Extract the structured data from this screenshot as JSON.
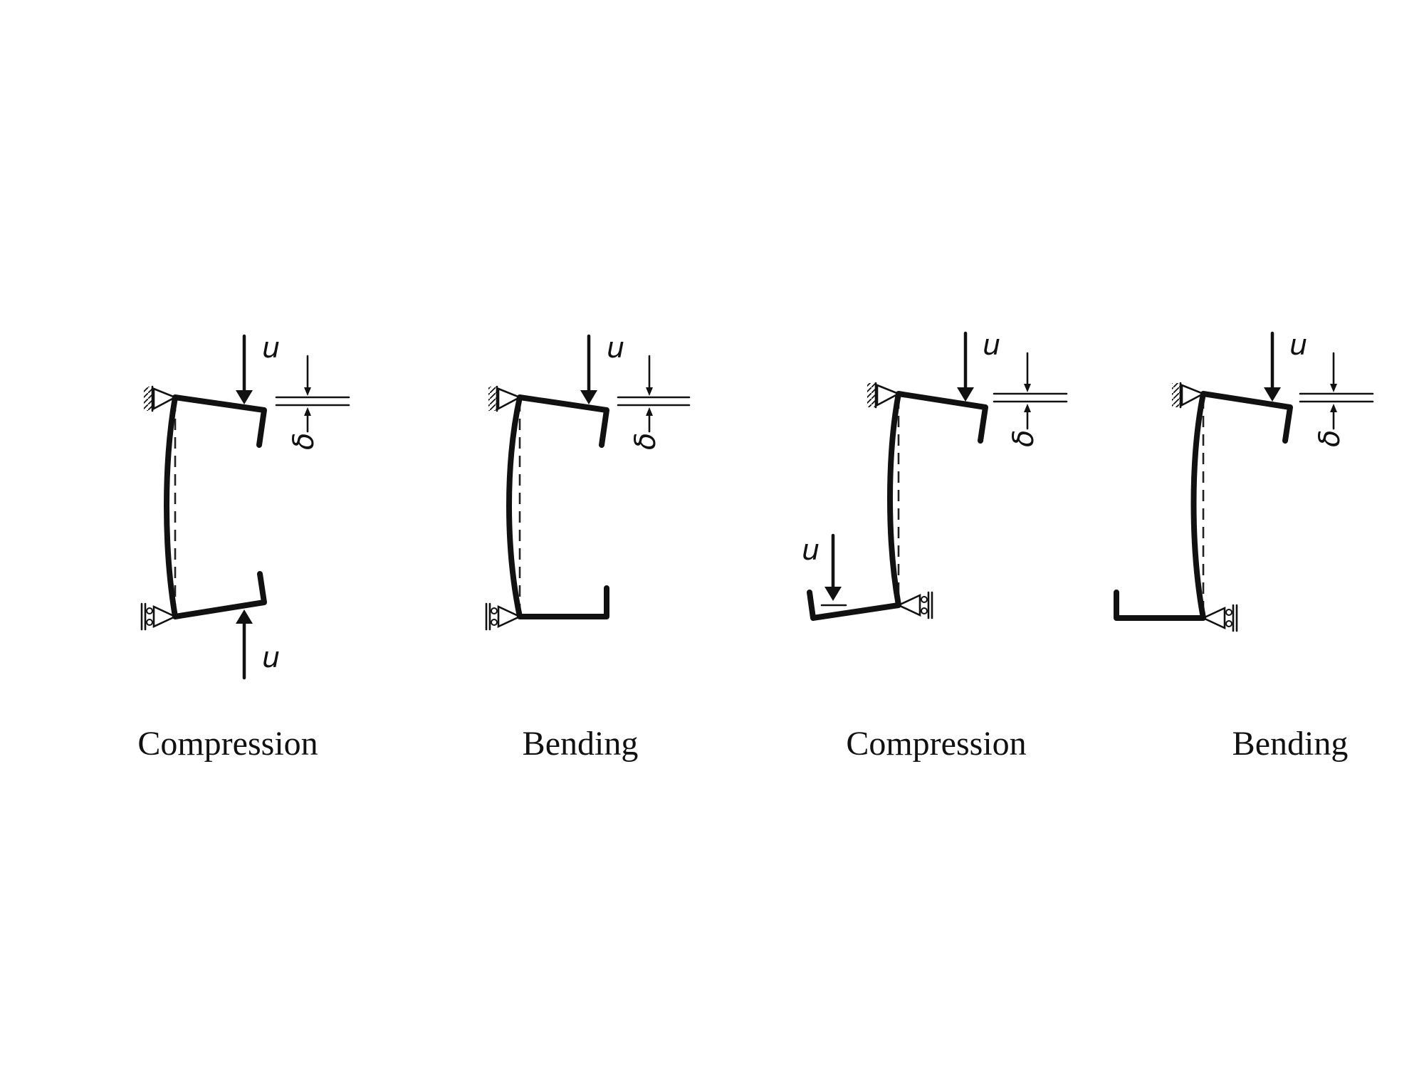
{
  "panels": [
    {
      "caption": "Compression",
      "force_label": "u",
      "gap_label": "δ"
    },
    {
      "caption": "Bending",
      "force_label": "u",
      "gap_label": "δ"
    },
    {
      "caption": "Compression",
      "force_label": "u",
      "gap_label": "δ"
    },
    {
      "caption": "Bending",
      "force_label": "u",
      "gap_label": "δ"
    }
  ],
  "bottom_force_labels": {
    "panel_1": "u",
    "panel_3": "u"
  }
}
